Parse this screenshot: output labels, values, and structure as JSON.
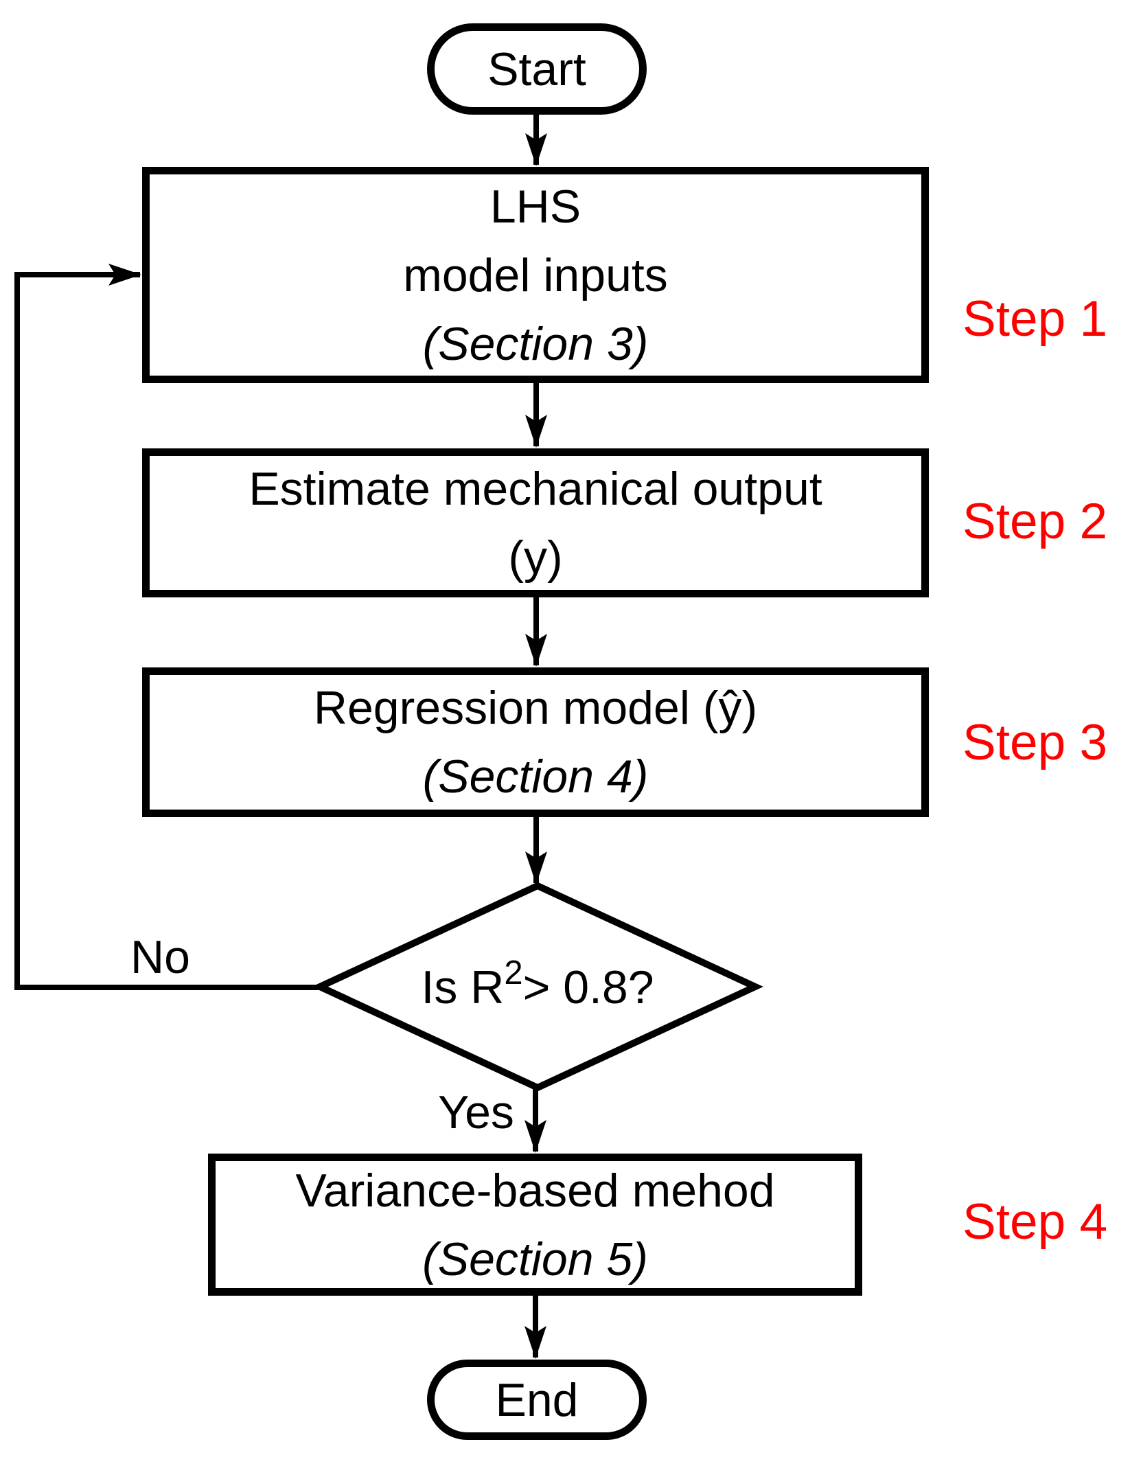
{
  "nodes": {
    "start": {
      "label": "Start"
    },
    "lhs_box": {
      "line1": "LHS",
      "line2": "model inputs",
      "line3": "(Section 3)"
    },
    "estimate_box": {
      "line1": "Estimate mechanical output",
      "line2": "(y)"
    },
    "regression_box": {
      "line1": "Regression model (ŷ)",
      "line2": "(Section 4)"
    },
    "decision": {
      "prefix": "Is R",
      "sup": "2",
      "suffix": "> 0.8?"
    },
    "variance_box": {
      "line1": "Variance-based mehod",
      "line2": "(Section 5)"
    },
    "end": {
      "label": "End"
    }
  },
  "edge_labels": {
    "no": "No",
    "yes": "Yes"
  },
  "step_labels": {
    "step1": "Step 1",
    "step2": "Step 2",
    "step3": "Step 3",
    "step4": "Step 4"
  },
  "colors": {
    "step_label": "#ff0000",
    "line": "#000000",
    "background": "#ffffff"
  }
}
